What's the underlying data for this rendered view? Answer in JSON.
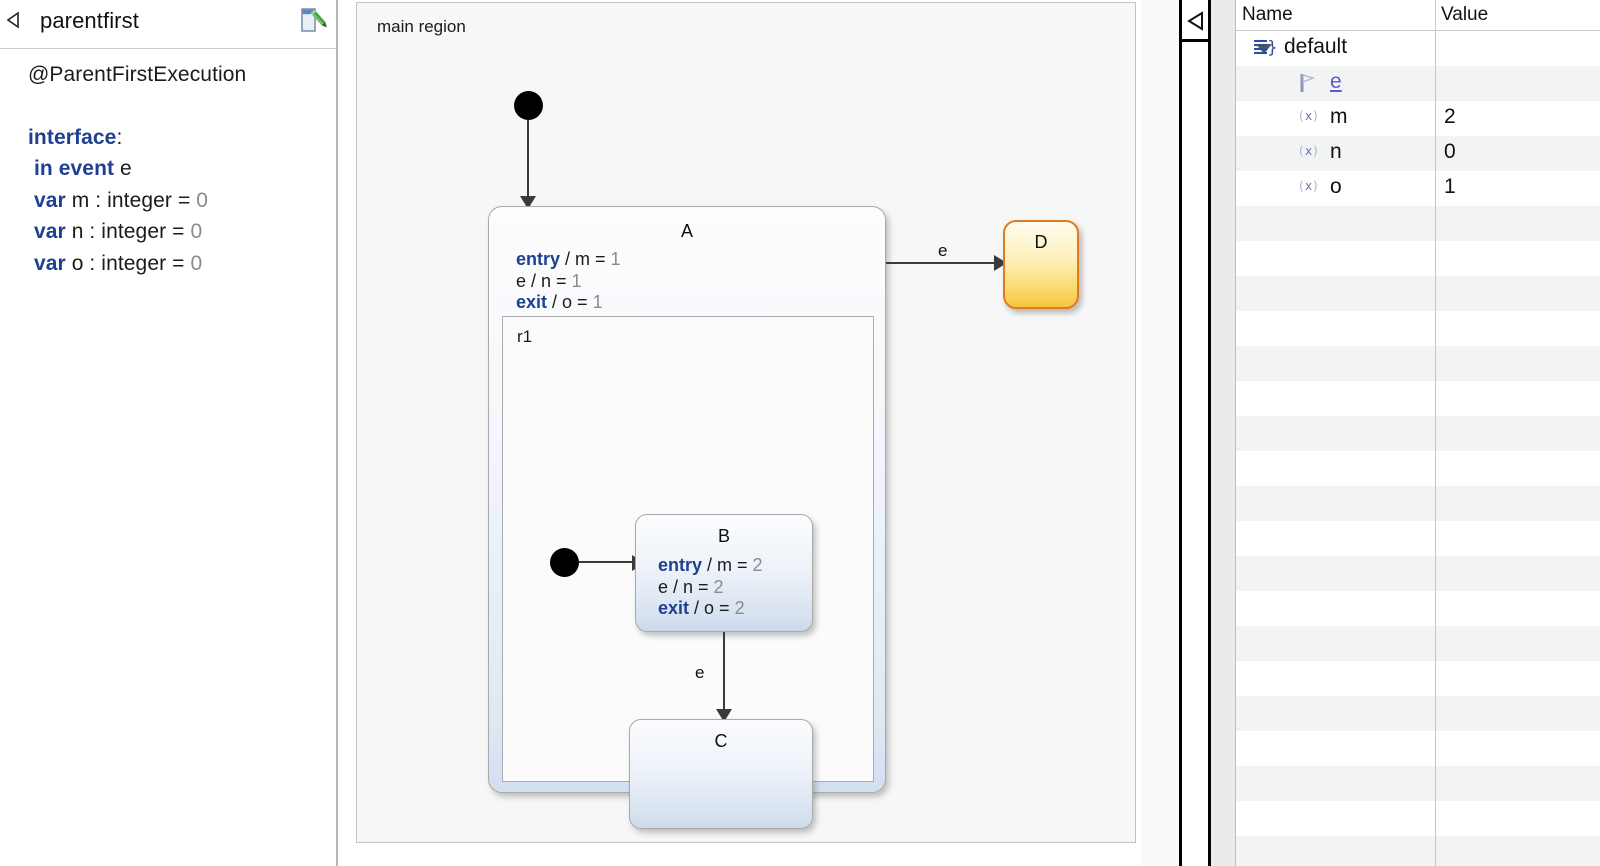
{
  "editor": {
    "title": "parentfirst",
    "collapse_icon": "collapse-left-icon",
    "doc_icon": "document-edit-icon",
    "lines": [
      {
        "id": "annotation",
        "segments": [
          {
            "text": "@ParentFirstExecution",
            "style": "plain"
          }
        ]
      },
      {
        "id": "blank",
        "segments": []
      },
      {
        "id": "interface",
        "segments": [
          {
            "text": "interface",
            "style": "kw"
          },
          {
            "text": ":",
            "style": "plain"
          }
        ]
      },
      {
        "id": "event-e",
        "segments": [
          {
            "text": " ",
            "style": "plain"
          },
          {
            "text": "in event",
            "style": "kw"
          },
          {
            "text": " e",
            "style": "plain"
          }
        ]
      },
      {
        "id": "var-m",
        "segments": [
          {
            "text": " ",
            "style": "plain"
          },
          {
            "text": "var",
            "style": "kw"
          },
          {
            "text": " m : integer = ",
            "style": "plain"
          },
          {
            "text": "0",
            "style": "num"
          }
        ]
      },
      {
        "id": "var-n",
        "segments": [
          {
            "text": " ",
            "style": "plain"
          },
          {
            "text": "var",
            "style": "kw"
          },
          {
            "text": " n : integer = ",
            "style": "plain"
          },
          {
            "text": "0",
            "style": "num"
          }
        ]
      },
      {
        "id": "var-o",
        "segments": [
          {
            "text": " ",
            "style": "plain"
          },
          {
            "text": "var",
            "style": "kw"
          },
          {
            "text": " o : integer = ",
            "style": "plain"
          },
          {
            "text": "0",
            "style": "num"
          }
        ]
      }
    ]
  },
  "diagram": {
    "region_label": "main region",
    "state_a": {
      "name": "A",
      "actions": [
        [
          {
            "text": "entry",
            "style": "kw"
          },
          {
            "text": " / m = ",
            "style": "plain"
          },
          {
            "text": "1",
            "style": "num"
          }
        ],
        [
          {
            "text": "e / n = ",
            "style": "plain"
          },
          {
            "text": "1",
            "style": "num"
          }
        ],
        [
          {
            "text": "exit",
            "style": "kw"
          },
          {
            "text": " / o = ",
            "style": "plain"
          },
          {
            "text": "1",
            "style": "num"
          }
        ]
      ],
      "region_label": "r1"
    },
    "state_b": {
      "name": "B",
      "actions": [
        [
          {
            "text": "entry",
            "style": "kw"
          },
          {
            "text": " / m = ",
            "style": "plain"
          },
          {
            "text": "2",
            "style": "num"
          }
        ],
        [
          {
            "text": "e / n = ",
            "style": "plain"
          },
          {
            "text": "2",
            "style": "num"
          }
        ],
        [
          {
            "text": "exit",
            "style": "kw"
          },
          {
            "text": " / o = ",
            "style": "plain"
          },
          {
            "text": "2",
            "style": "num"
          }
        ]
      ]
    },
    "state_c": {
      "name": "C"
    },
    "state_d": {
      "name": "D",
      "active": true,
      "border_color": "#e07b1f",
      "fill_color": "#f5c63e"
    },
    "transition_a_to_d_label": "e",
    "transition_b_to_c_label": "e"
  },
  "variables": {
    "columns": {
      "name": "Name",
      "value": "Value"
    },
    "rows": [
      {
        "icon": "interface-icon",
        "label": "default",
        "value": "",
        "indent": 44,
        "expander": "chevron-down-icon"
      },
      {
        "icon": "event-flag-icon",
        "label": "e",
        "value": "",
        "indent": 90,
        "link": true
      },
      {
        "icon": "variable-icon",
        "label": "m",
        "value": "2",
        "indent": 90
      },
      {
        "icon": "variable-icon",
        "label": "n",
        "value": "0",
        "indent": 90
      },
      {
        "icon": "variable-icon",
        "label": "o",
        "value": "1",
        "indent": 90
      }
    ],
    "empty_row_count": 19
  },
  "collapsed_panel": {
    "restore_icon": "restore-left-icon"
  }
}
